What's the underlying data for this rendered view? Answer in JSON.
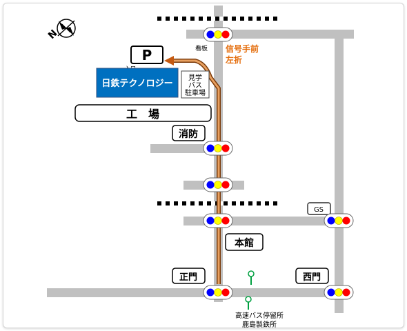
{
  "map": {
    "parking_symbol": "P",
    "entrance_label": "入口",
    "company_name": "日鉄テクノロジー",
    "bus_parking_label": [
      "見学",
      "バス",
      "駐車場"
    ],
    "factory_label": "工　場",
    "fire_station_label": "消防",
    "main_building_label": "本館",
    "main_gate_label": "正門",
    "west_gate_label": "西門",
    "gas_station_label": "GS",
    "signboard_label": "看板",
    "route_instruction": [
      "信号手前",
      "左折"
    ],
    "bus_stop_label": [
      "高速バス停留所",
      "鹿島製鉄所"
    ],
    "compass_letter": "N",
    "colors": {
      "road": "#c0c0c0",
      "company_box": "#0070c0",
      "route": "#c55a11",
      "instruction_text": "#e46c0a",
      "bus_stop": "#00a040",
      "signal_blue": "#0000ff",
      "signal_yellow": "#ffff00",
      "signal_red": "#ff0000"
    }
  }
}
